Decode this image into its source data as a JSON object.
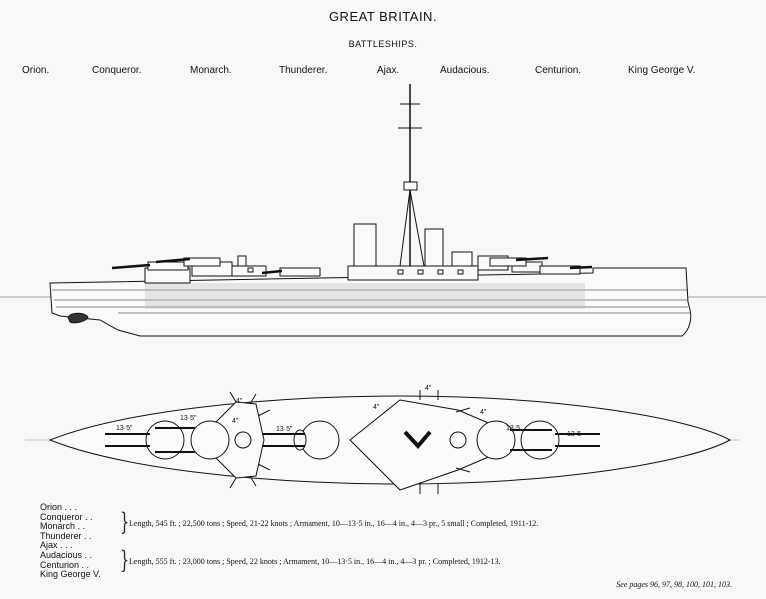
{
  "header": {
    "title": "GREAT BRITAIN.",
    "subtitle": "BATTLESHIPS."
  },
  "ship_names": [
    "Orion.",
    "Conqueror.",
    "Monarch.",
    "Thunderer.",
    "Ajax.",
    "Audacious.",
    "Centurion.",
    "King George V."
  ],
  "plan_labels": {
    "forward_main": "13·5\"",
    "forward_super": "13·5\"",
    "wing_4_top": "4\"",
    "wing_4_inner": "4\"",
    "midship_main": "13·5\"",
    "bridge_4_top": "4\"",
    "bridge_4_left": "4\"",
    "bridge_4_right": "4\"",
    "aft_super": "13·5",
    "aft_main": "13·5"
  },
  "ship_list": [
    "Orion . . .",
    "Conqueror . .",
    "Monarch . .",
    "Thunderer . .",
    "Ajax . . .",
    "Audacious . .",
    "Centurion . .",
    "King George V."
  ],
  "specs": {
    "group1": "Length, 545 ft. ; 22,500 tons ; Speed, 21-22 knots ; Armament, 10—13·5 in., 16—4 in., 4—3 pr., 5 small ; Completed, 1911-12.",
    "group2": "Length, 555 ft. ; 23,000 tons ; Speed, 22 knots ; Armament, 10—13·5 in., 16—4 in., 4—3 pr. ; Completed, 1912-13."
  },
  "footnote": "See pages 96, 97, 98, 100, 101, 103."
}
